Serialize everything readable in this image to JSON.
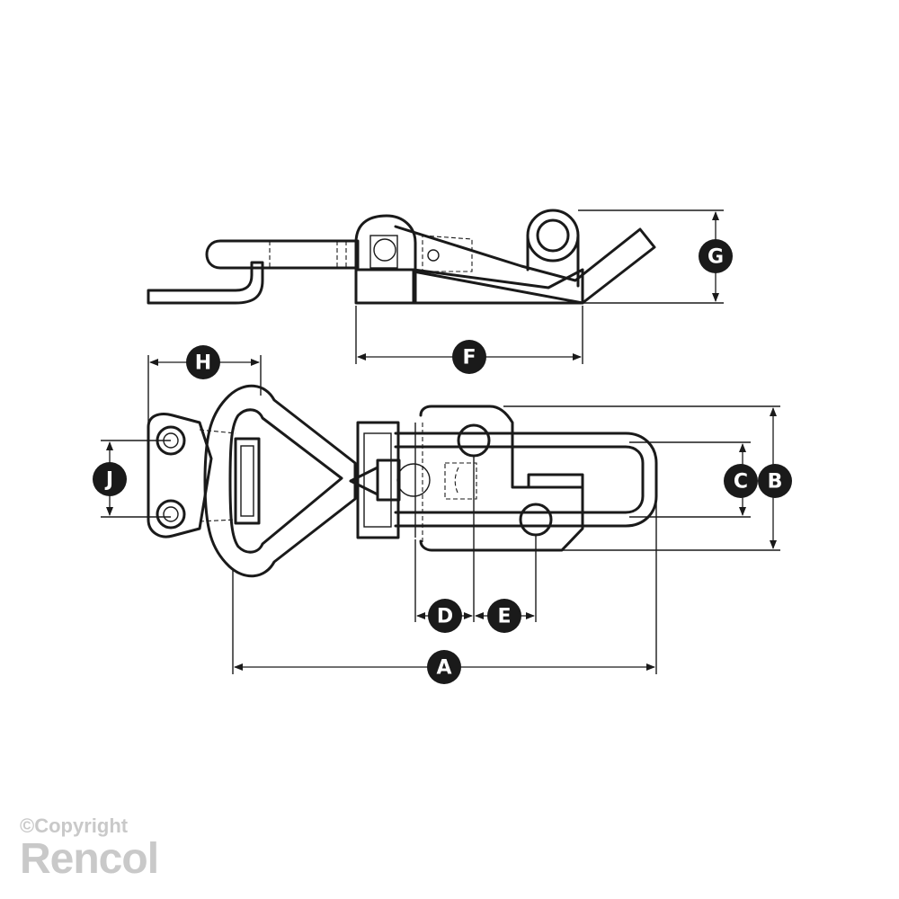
{
  "dimension_labels": {
    "a": "A",
    "b": "B",
    "c": "C",
    "d": "D",
    "e": "E",
    "f": "F",
    "g": "G",
    "h": "H",
    "j": "J"
  },
  "watermark": {
    "copyright": "©Copyright",
    "brand": "Rencol"
  },
  "colors": {
    "line": "#1a1a1a",
    "badge": "#1a1a1a",
    "badge_text": "#ffffff",
    "watermark": "#c9c9c9"
  }
}
